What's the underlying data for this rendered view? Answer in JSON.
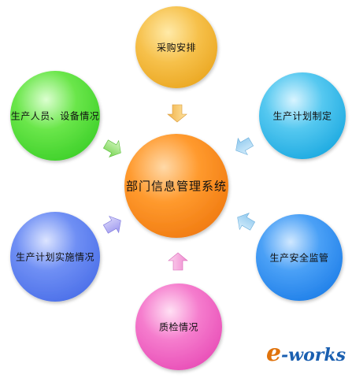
{
  "diagram": {
    "center": "部门信息管理系统",
    "nodes": {
      "top": "采购安排",
      "top_right": "生产计划制定",
      "bottom_right": "生产安全监管",
      "bottom": "质检情况",
      "bottom_left": "生产计划实施情况",
      "top_left": "生产人员、设备情况"
    },
    "colors": {
      "center": "#ff8c1a",
      "top": "#f5b830",
      "top_right": "#29b6e8",
      "bottom_right": "#2f8cf2",
      "bottom": "#f060c0",
      "bottom_left": "#5a7ff0",
      "top_left": "#55dd3a"
    }
  },
  "logo": {
    "e": "e",
    "text": "-works"
  }
}
